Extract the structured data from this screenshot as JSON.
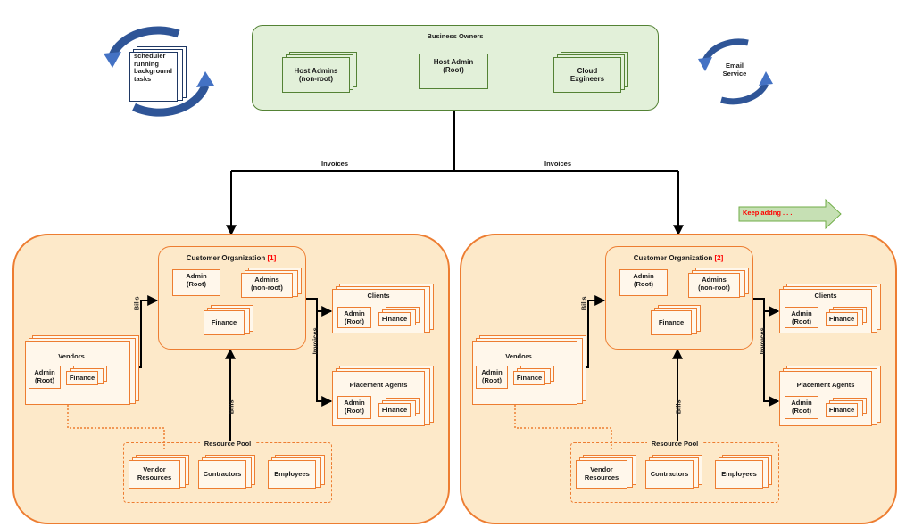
{
  "business_owners": {
    "title": "Business Owners",
    "host_admins": "Host Admins\n(non-root)",
    "host_admin_root": "Host Admin\n(Root)",
    "cloud_engineers": "Cloud\nExgineers"
  },
  "scheduler": {
    "label": "scheduler\nrunning\nbackground\ntasks"
  },
  "email": {
    "label": "Email\nService"
  },
  "keep_adding": {
    "label": "Keep addng . . ."
  },
  "edge_labels": {
    "invoices": "Invoices",
    "bills": "Bills"
  },
  "organizations": [
    {
      "title": "Customer Organization",
      "marker": "[1]",
      "admin_root": "Admin\n(Root)",
      "admins_nonroot": "Admins\n(non-root)",
      "finance": "Finance",
      "clients": {
        "title": "Clients",
        "admin": "Admin\n(Root)",
        "finance": "Finance"
      },
      "placement_agents": {
        "title": "Placement Agents",
        "admin": "Admin\n(Root)",
        "finance": "Finance"
      },
      "vendors": {
        "title": "Vendors",
        "admin": "Admin\n(Root)",
        "finance": "Finance"
      },
      "resource_pool": {
        "title": "Resource Pool",
        "vendor_resources": "Vendor\nResources",
        "contractors": "Contractors",
        "employees": "Employees"
      }
    },
    {
      "title": "Customer Organization",
      "marker": "[2]",
      "admin_root": "Admin\n(Root)",
      "admins_nonroot": "Admins\n(non-root)",
      "finance": "Finance",
      "clients": {
        "title": "Clients",
        "admin": "Admin\n(Root)",
        "finance": "Finance"
      },
      "placement_agents": {
        "title": "Placement Agents",
        "admin": "Admin\n(Root)",
        "finance": "Finance"
      },
      "vendors": {
        "title": "Vendors",
        "admin": "Admin\n(Root)",
        "finance": "Finance"
      },
      "resource_pool": {
        "title": "Resource Pool",
        "vendor_resources": "Vendor\nResources",
        "contractors": "Contractors",
        "employees": "Employees"
      }
    }
  ],
  "colors": {
    "green_fill": "#e2f0d9",
    "green_border": "#548235",
    "orange_fill": "#fde9c9",
    "orange_border": "#ed7d31",
    "marker_red": "#ff0000",
    "cycle_blue": "#4472c4"
  }
}
